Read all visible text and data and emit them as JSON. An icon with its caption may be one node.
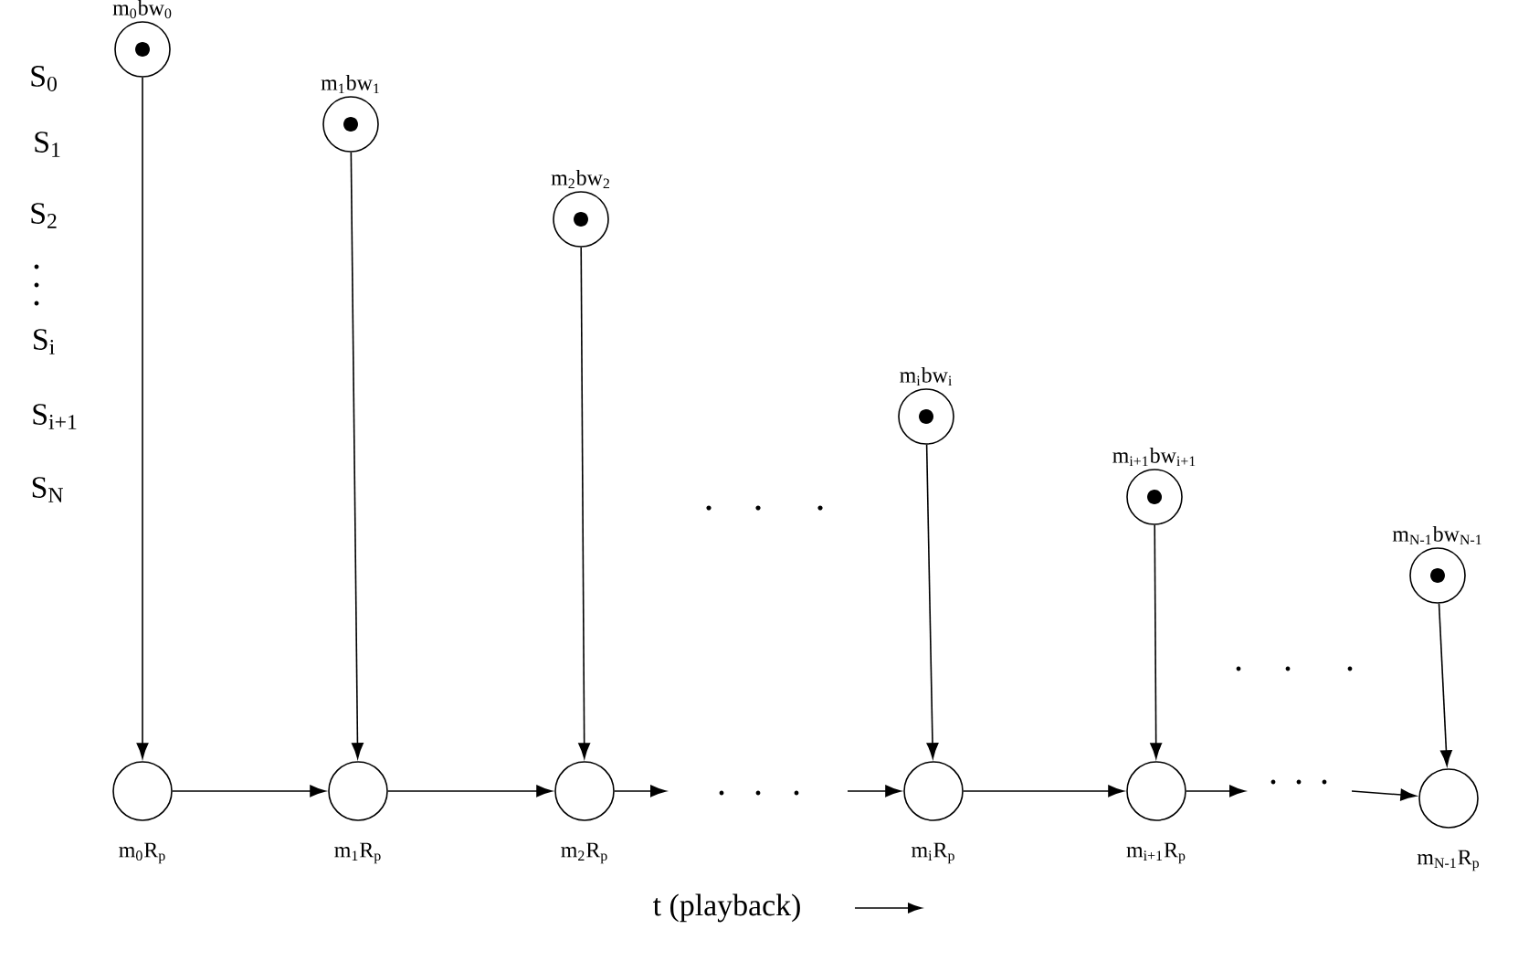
{
  "diagram": {
    "nodes": [
      {
        "text": [
          "m$_{0}$bw$_{0}$"
        ]
      },
      {
        "text": [
          "m$_{1}$bw$_{1}$"
        ]
      },
      {
        "text": [
          "m$_{2}$bw$_{2}$"
        ]
      },
      {
        "text": [
          "m$_{i}$bw$_{i}$"
        ]
      },
      {
        "text": [
          "m$_{i+1}$bw$_{i+1}$"
        ]
      },
      {
        "text": [
          "m$_{N-1}$bw$_{N-1}$"
        ]
      },
      {
        "text": [
          "m$_{0}$R$_{p}$"
        ]
      },
      {
        "text": [
          "m$_{1}$R$_{p}$"
        ]
      },
      {
        "text": [
          "m$_{2}$R$_{p}$"
        ]
      },
      {
        "text": [
          "m$_{i}$R$_{p}$"
        ]
      },
      {
        "text": [
          "m$_{i+1}$R$_{p}$"
        ]
      },
      {
        "text": [
          "m$_{N-1}$R$_{p}$"
        ]
      }
    ],
    "edges": [
      {
        "from": 0,
        "to": 6,
        "arrow": "to"
      },
      {
        "from": 1,
        "to": 7,
        "arrow": "to"
      },
      {
        "from": 2,
        "to": 8,
        "arrow": "to"
      },
      {
        "from": 3,
        "to": 9,
        "arrow": "to"
      },
      {
        "from": 4,
        "to": 10,
        "arrow": "to"
      },
      {
        "from": 5,
        "to": 11,
        "arrow": "to"
      },
      {
        "from": 6,
        "to": 7,
        "arrow": "to"
      },
      {
        "from": 7,
        "to": 8,
        "arrow": "to"
      },
      {
        "from": 8,
        "to": null,
        "arrow": "to"
      },
      {
        "from": null,
        "to": 9,
        "arrow": "to"
      },
      {
        "from": 9,
        "to": 10,
        "arrow": "to"
      },
      {
        "from": 10,
        "to": null,
        "arrow": "to"
      },
      {
        "from": null,
        "to": 11,
        "arrow": "to"
      }
    ],
    "labels": [
      "S$_{0}$",
      "S$_{1}$",
      "S$_{2}$",
      "S$_{i}$",
      "S$_{i+1}$",
      "S$_{N}$",
      "t (playback)"
    ]
  }
}
